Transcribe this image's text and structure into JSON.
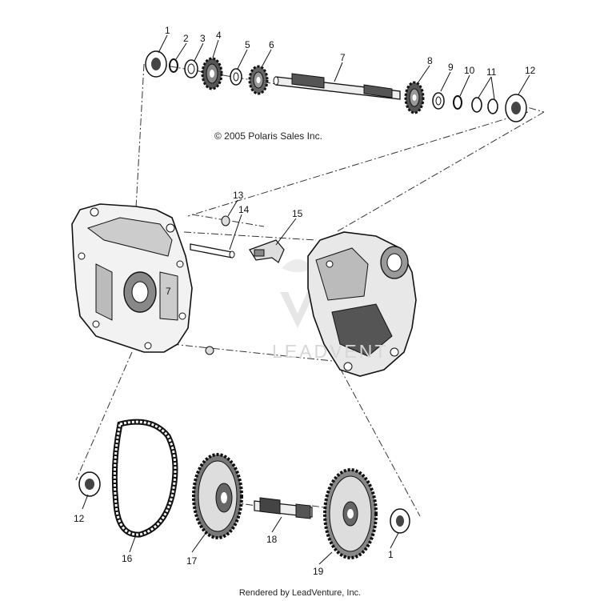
{
  "copyright": "© 2005 Polaris Sales Inc.",
  "footer": "Rendered by LeadVenture, Inc.",
  "watermark": "LEADVENT",
  "callouts": [
    "1",
    "2",
    "3",
    "4",
    "5",
    "6",
    "7",
    "8",
    "9",
    "10",
    "11",
    "12",
    "13",
    "14",
    "15",
    "12",
    "16",
    "17",
    "18",
    "1",
    "19"
  ]
}
